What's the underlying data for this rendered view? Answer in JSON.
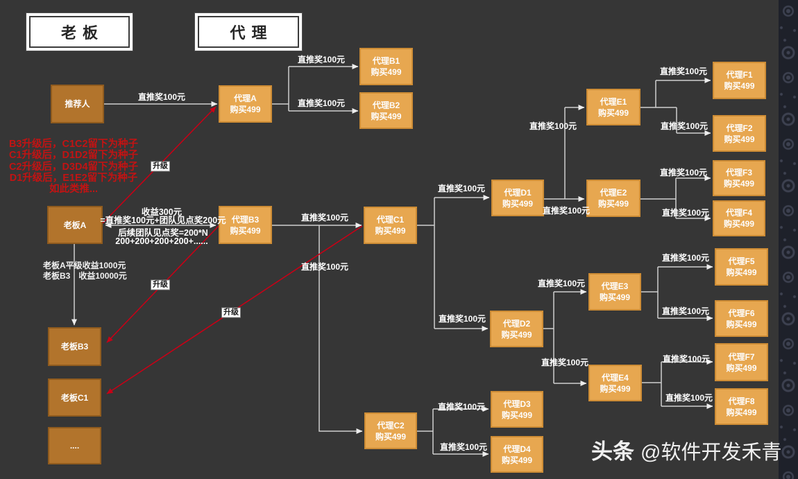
{
  "headers": {
    "boss": "老板",
    "agent": "代理"
  },
  "nodes": {
    "tuijianren": {
      "label": "推荐人"
    },
    "laoban_a": {
      "label": "老板A"
    },
    "laoban_b3": {
      "label": "老板B3"
    },
    "laoban_c1": {
      "label": "老板C1"
    },
    "laoban_dots": {
      "label": "...."
    },
    "a": {
      "label": "代理A",
      "sublabel": "购买499"
    },
    "b1": {
      "label": "代理B1",
      "sublabel": "购买499"
    },
    "b2": {
      "label": "代理B2",
      "sublabel": "购买499"
    },
    "b3": {
      "label": "代理B3",
      "sublabel": "购买499"
    },
    "c1": {
      "label": "代理C1",
      "sublabel": "购买499"
    },
    "c2": {
      "label": "代理C2",
      "sublabel": "购买499"
    },
    "d1": {
      "label": "代理D1",
      "sublabel": "购买499"
    },
    "d2": {
      "label": "代理D2",
      "sublabel": "购买499"
    },
    "d3": {
      "label": "代理D3",
      "sublabel": "购买499"
    },
    "d4": {
      "label": "代理D4",
      "sublabel": "购买499"
    },
    "e1": {
      "label": "代理E1",
      "sublabel": "购买499"
    },
    "e2": {
      "label": "代理E2",
      "sublabel": "购买499"
    },
    "e3": {
      "label": "代理E3",
      "sublabel": "购买499"
    },
    "e4": {
      "label": "代理E4",
      "sublabel": "购买499"
    },
    "f1": {
      "label": "代理F1",
      "sublabel": "购买499"
    },
    "f2": {
      "label": "代理F2",
      "sublabel": "购买499"
    },
    "f3": {
      "label": "代理F3",
      "sublabel": "购买499"
    },
    "f4": {
      "label": "代理F4",
      "sublabel": "购买499"
    },
    "f5": {
      "label": "代理F5",
      "sublabel": "购买499"
    },
    "f6": {
      "label": "代理F6",
      "sublabel": "购买499"
    },
    "f7": {
      "label": "代理F7",
      "sublabel": "购买499"
    },
    "f8": {
      "label": "代理F8",
      "sublabel": "购买499"
    }
  },
  "edge_labels": {
    "direct_bonus": "直推奖100元",
    "upgrade": "升级"
  },
  "income_note": {
    "line1": "收益300元",
    "line2": "=直推奖100元+团队见点奖200元",
    "line3": "后续团队见点奖=200*N",
    "line4": "200+200+200+200+......"
  },
  "boss_income_note": {
    "line1": "老板A平级收益1000元",
    "line2": "老板B3　收益10000元"
  },
  "seed_note": {
    "lines": [
      "B3升级后，C1C2留下为种子",
      "C1升级后，D1D2留下为种子",
      "C2升级后，D3D4留下为种子",
      "D1升级后，E1E2留下为种子",
      "如此类推..."
    ]
  },
  "watermark": {
    "brand": "头条",
    "handle": "@软件开发禾青"
  },
  "colors": {
    "background": "#363636",
    "boss_box": "#b2742c",
    "agent_box": "#e7a750",
    "line": "#cfcfcf",
    "red_line": "#c80016",
    "red_note": "#c21313"
  }
}
